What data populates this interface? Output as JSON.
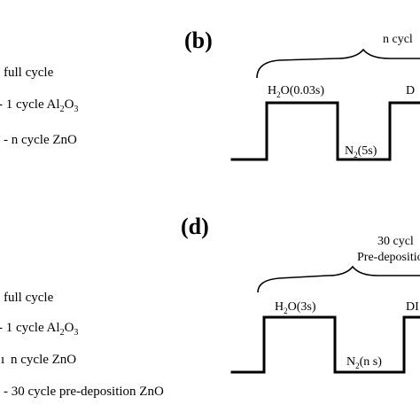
{
  "panel_b": {
    "label": "(b)",
    "brace_label": "n cycl",
    "legend": {
      "full": "full cycle",
      "al2o3_prefix": "- 1 cycle Al",
      "al2o3_sub1": "2",
      "al2o3_mid": "O",
      "al2o3_sub2": "3",
      "zno": "- n cycle ZnO"
    },
    "pulse_h2o": {
      "pre": "H",
      "sub": "2",
      "post": "O(0.03s)"
    },
    "pulse_n2": {
      "pre": "N",
      "sub": "2",
      "post": "(5s)"
    },
    "pulse_d": "D"
  },
  "panel_d": {
    "label": "(d)",
    "brace_label_1": "30 cycl",
    "brace_label_2": "Pre-depositio",
    "legend": {
      "full": "full cycle",
      "al2o3_prefix": "- 1 cycle Al",
      "al2o3_sub1": "2",
      "al2o3_mid": "O",
      "al2o3_sub2": "3",
      "zno": "n cycle ZnO",
      "predep": "- 30 cycle pre-deposition ZnO"
    },
    "pulse_h2o": {
      "pre": "H",
      "sub": "2",
      "post": "O(3s)"
    },
    "pulse_n2": {
      "pre": "N",
      "sub": "2",
      "post": "(n s)"
    },
    "pulse_d": "DI"
  }
}
